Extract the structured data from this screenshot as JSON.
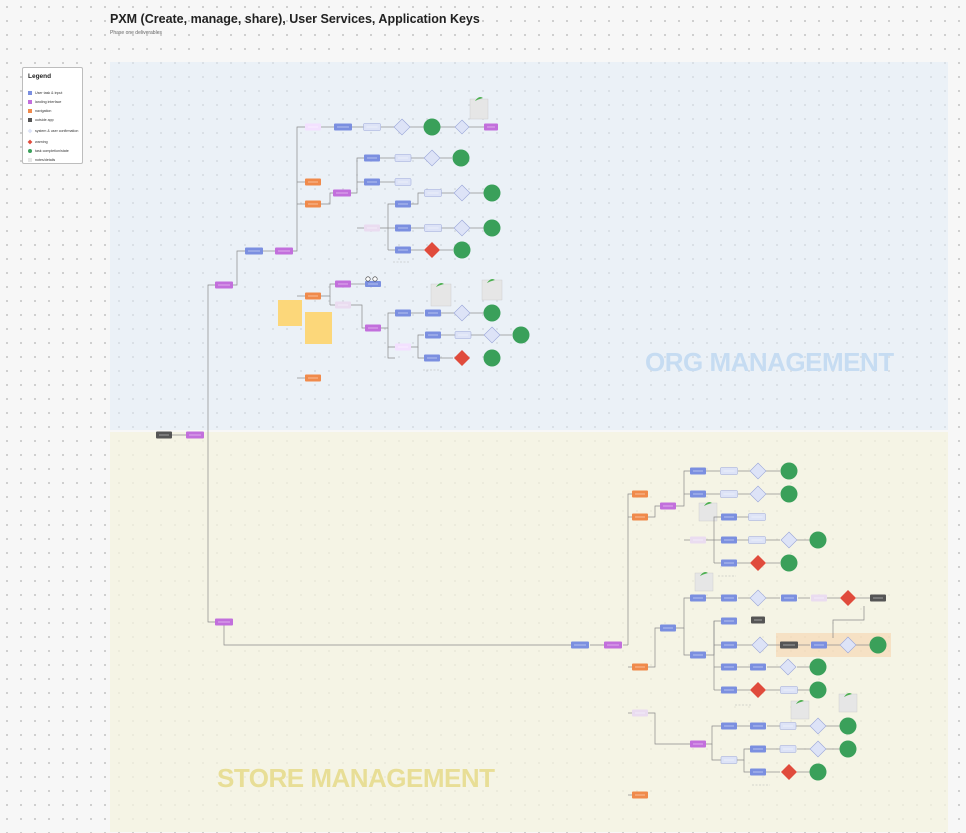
{
  "title": "PXM (Create, manage, share), User Services, Application Keys",
  "subtitle": "Phase one deliverables",
  "legend": {
    "title": "Legend",
    "items": [
      {
        "label": "User task & input",
        "color": "#7b8fe0",
        "shape": "square"
      },
      {
        "label": "landing interface",
        "color": "#c26fdc",
        "shape": "square"
      },
      {
        "label": "navigation",
        "color": "#f08a4b",
        "shape": "square"
      },
      {
        "label": "outside app",
        "color": "#555555",
        "shape": "square"
      },
      {
        "label": "system & user confirmation",
        "color": "#dde3f7",
        "shape": "diamond"
      },
      {
        "label": "warning",
        "color": "#e04b3c",
        "shape": "diamond"
      },
      {
        "label": "task completion/state",
        "color": "#3aa05a",
        "shape": "circle"
      },
      {
        "label": "notes/details",
        "color": "#e6e6e6",
        "shape": "square"
      }
    ]
  },
  "zones": {
    "org": {
      "label": "ORG MANAGEMENT",
      "color": "#c6dcf2"
    },
    "store": {
      "label": "STORE MANAGEMENT",
      "color": "#e8de96"
    }
  },
  "colors": {
    "task": "#7b8fe0",
    "landing": "#c26fdc",
    "navigation": "#f08a4b",
    "outside": "#555555",
    "confirm": "#dde3f7",
    "warning": "#e04b3c",
    "complete": "#3aa05a",
    "note": "#e6e6e6",
    "sticky": "#fcd77a",
    "connector": "#8a8a8a"
  }
}
